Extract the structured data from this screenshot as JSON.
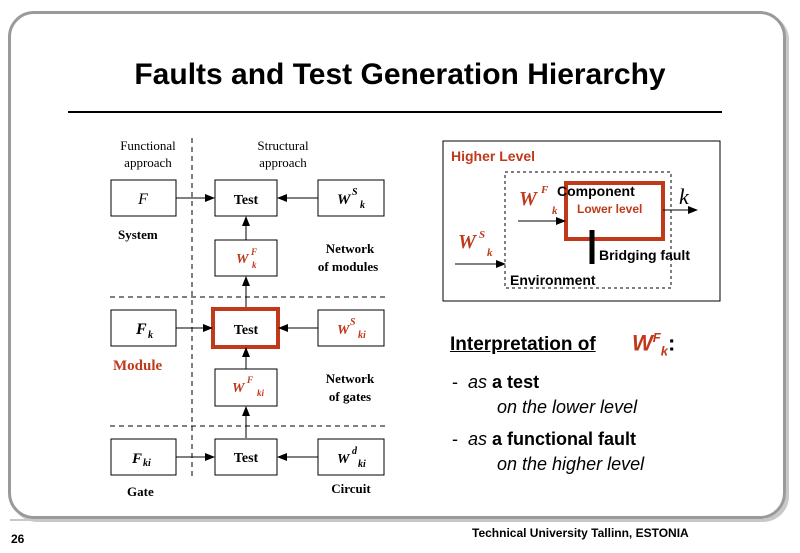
{
  "title": "Faults and Test Generation Hierarchy",
  "left": {
    "col_functional": [
      "Functional",
      "approach"
    ],
    "col_structural": [
      "Structural",
      "approach"
    ],
    "system": {
      "f": "F",
      "test": "Test",
      "ws": "W",
      "ws_sup": "S",
      "ws_sub": "k",
      "wf": "W",
      "wf_sup": "F",
      "wf_sub": "k",
      "label": "System",
      "network": [
        "Network",
        "of modules"
      ]
    },
    "module": {
      "f": "F",
      "f_sub": "k",
      "test": "Test",
      "ws": "W",
      "ws_sup": "S",
      "ws_sub": "ki",
      "wf": "W",
      "wf_sup": "F",
      "wf_sub": "ki",
      "label": "Module",
      "network": [
        "Network",
        "of gates"
      ]
    },
    "gate": {
      "f": "F",
      "f_sub": "ki",
      "test": "Test",
      "wd": "W",
      "wd_sup": "d",
      "wd_sub": "ki",
      "label": "Gate",
      "circuit": "Circuit"
    }
  },
  "right_box": {
    "higher_level": "Higher Level",
    "wf": "W",
    "wf_sup": "F",
    "wf_sub": "k",
    "ws": "W",
    "ws_sup": "S",
    "ws_sub": "k",
    "component": "Component",
    "lower_level": "Lower level",
    "k": "k",
    "bridging": "Bridging fault",
    "environment": "Environment"
  },
  "interpretation": {
    "heading": "Interpretation of",
    "w": "W",
    "w_sup": "F",
    "w_sub": "k",
    "colon": ":",
    "items": [
      {
        "dash": "-",
        "as": "as",
        "bold": "a test",
        "sub": "on the lower level"
      },
      {
        "dash": "-",
        "as": "as",
        "bold": "a functional fault",
        "sub": "on the higher level"
      }
    ]
  },
  "footer": {
    "page": "26",
    "org": "Technical University Tallinn, ESTONIA"
  },
  "colors": {
    "accent": "#c0391b",
    "frame": "#9a9a9a",
    "text": "#000000"
  }
}
